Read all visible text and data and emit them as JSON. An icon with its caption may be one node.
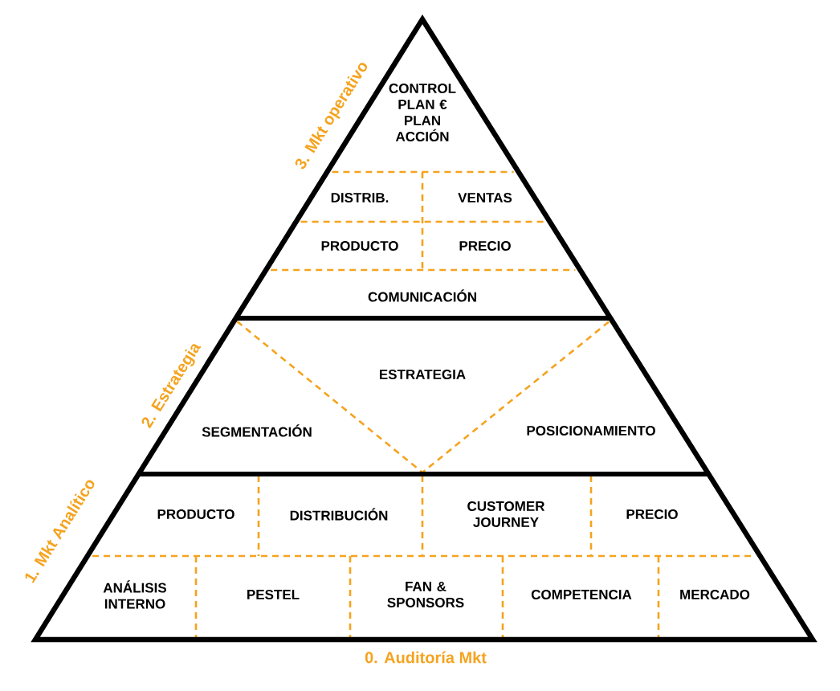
{
  "diagram": {
    "nodes": [
      {
        "text": [
          "CONTROL PLAN € PLAN ACCIÓN"
        ]
      },
      {
        "text": [
          "DISTRIB."
        ]
      },
      {
        "text": [
          "VENTAS"
        ]
      },
      {
        "text": [
          "PRODUCTO"
        ]
      },
      {
        "text": [
          "PRECIO"
        ]
      },
      {
        "text": [
          "COMUNICACIÓN"
        ]
      },
      {
        "text": [
          "ESTRATEGIA"
        ]
      },
      {
        "text": [
          "SEGMENTACIÓN"
        ]
      },
      {
        "text": [
          "POSICIONAMIENTO"
        ]
      },
      {
        "text": [
          "PRODUCTO"
        ]
      },
      {
        "text": [
          "DISTRIBUCIÓN"
        ]
      },
      {
        "text": [
          "CUSTOMER JOURNEY"
        ]
      },
      {
        "text": [
          "PRECIO"
        ]
      },
      {
        "text": [
          "ANÁLISIS INTERNO"
        ]
      },
      {
        "text": [
          "PESTEL"
        ]
      },
      {
        "text": [
          "FAN & SPONSORS"
        ]
      },
      {
        "text": [
          "COMPETENCIA"
        ]
      },
      {
        "text": [
          "MERCADO"
        ]
      }
    ],
    "labels": [
      "3. Mkt operativo",
      "2. Estrategia",
      "1. Mkt Analítico",
      "0. Auditoría Mkt"
    ]
  }
}
